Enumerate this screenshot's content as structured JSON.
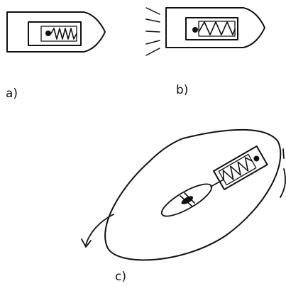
{
  "panels": [
    {
      "id": "a",
      "label": "a)"
    },
    {
      "id": "b",
      "label": "b)"
    },
    {
      "id": "c",
      "label": "c)"
    }
  ]
}
